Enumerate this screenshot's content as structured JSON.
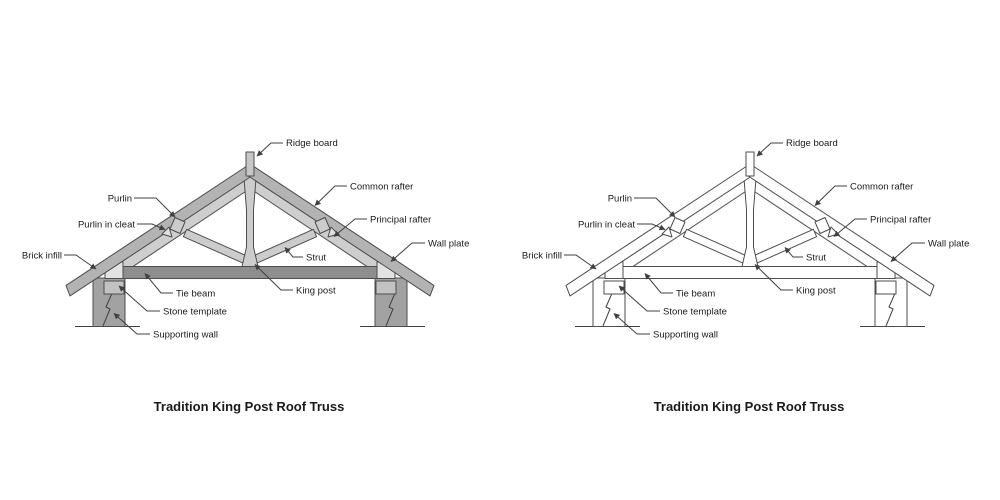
{
  "page": {
    "background": "#ffffff"
  },
  "colors": {
    "outline": "#4d4d4d",
    "leader_line": "#404040",
    "label_text": "#1a1a1a",
    "filled_variant": {
      "common_rafter": "#b3b3b3",
      "principal_rafter": "#cecece",
      "king_post_and_strut": "#cccccc",
      "tie_beam": "#8e8e8e",
      "supporting_wall": "#a2a2a2",
      "stone_template": "#c2c2c2",
      "wall_plate": "#e3e3e3",
      "ridge_board": "#c6c6c6"
    },
    "outline_variant_fill": "#ffffff"
  },
  "diagrams": [
    {
      "variant": "filled",
      "title": "Tradition King Post Roof Truss",
      "labels": {
        "ridge_board": "Ridge board",
        "common_rafter": "Common rafter",
        "principal_rafter": "Principal rafter",
        "wall_plate": "Wall plate",
        "strut": "Strut",
        "king_post": "King post",
        "tie_beam": "Tie beam",
        "stone_template": "Stone template",
        "supporting_wall": "Supporting wall",
        "brick_infill": "Brick infill",
        "purlin": "Purlin",
        "purlin_in_cleat": "Purlin in cleat"
      }
    },
    {
      "variant": "outline",
      "title": "Tradition King Post Roof Truss",
      "labels": {
        "ridge_board": "Ridge board",
        "common_rafter": "Common rafter",
        "principal_rafter": "Principal rafter",
        "wall_plate": "Wall plate",
        "strut": "Strut",
        "king_post": "King post",
        "tie_beam": "Tie beam",
        "stone_template": "Stone template",
        "supporting_wall": "Supporting wall",
        "brick_infill": "Brick infill",
        "purlin": "Purlin",
        "purlin_in_cleat": "Purlin in cleat"
      }
    }
  ]
}
